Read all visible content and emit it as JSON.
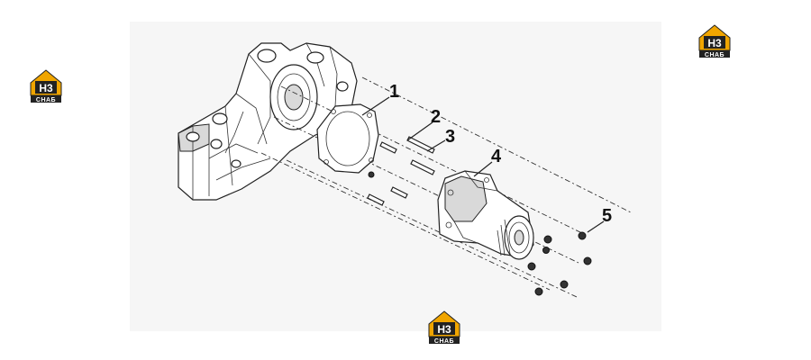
{
  "diagram": {
    "callouts": [
      {
        "id": "1",
        "label": "1"
      },
      {
        "id": "2",
        "label": "2"
      },
      {
        "id": "3",
        "label": "3"
      },
      {
        "id": "4",
        "label": "4"
      },
      {
        "id": "5",
        "label": "5"
      }
    ]
  },
  "watermark": {
    "logo_main": "H3",
    "logo_sub": "СНАБ"
  },
  "colors": {
    "logo_orange": "#f0a500",
    "logo_dark": "#222222",
    "line": "#222222",
    "panel": "#f6f6f6"
  }
}
